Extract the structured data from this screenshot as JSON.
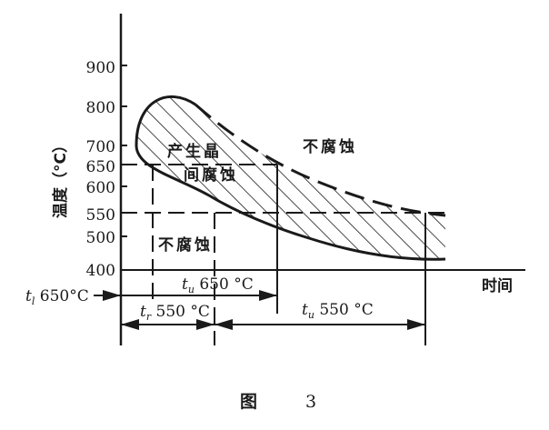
{
  "figure": {
    "caption_prefix": "图",
    "caption_number": "3"
  },
  "axes": {
    "y_label": "温度（°C）",
    "x_label": "时间",
    "y_ticks": [
      "900",
      "800",
      "700",
      "650",
      "600",
      "550",
      "500",
      "400"
    ]
  },
  "regions": {
    "corrosion_line1": "产生晶",
    "corrosion_line2": "间腐蚀",
    "no_corrosion_upper": "不腐蚀",
    "no_corrosion_lower": "不腐蚀"
  },
  "dimensions": {
    "t_l_650": {
      "symbol": "t",
      "sub": "l",
      "value": " 650°C"
    },
    "t_u_650": {
      "symbol": "t",
      "sub": "u",
      "value": " 650 °C"
    },
    "t_r_550": {
      "symbol": "t",
      "sub": "r",
      "value": " 550 °C"
    },
    "t_u_550": {
      "symbol": "t",
      "sub": "u",
      "value": " 550 °C"
    }
  },
  "colors": {
    "ink": "#1a1a1a",
    "background": "#ffffff"
  },
  "chart_data": {
    "type": "diagram",
    "title": "图 3",
    "xlabel": "时间",
    "ylabel": "温度（°C）",
    "y_ticks": [
      400,
      500,
      550,
      600,
      650,
      700,
      800,
      900
    ],
    "regions": [
      {
        "name": "产生晶间腐蚀",
        "description": "hatched C-curve sensitization band, nose near 820°C"
      },
      {
        "name": "不腐蚀",
        "position": "above/right of band"
      },
      {
        "name": "不腐蚀",
        "position": "below/left of band"
      }
    ],
    "reference_lines": [
      {
        "temperature": 650,
        "style": "dashed"
      },
      {
        "temperature": 550,
        "style": "dashed"
      }
    ],
    "time_markers": [
      "t_l 650°C",
      "t_u 650°C",
      "t_r 550°C",
      "t_u 550°C"
    ]
  }
}
